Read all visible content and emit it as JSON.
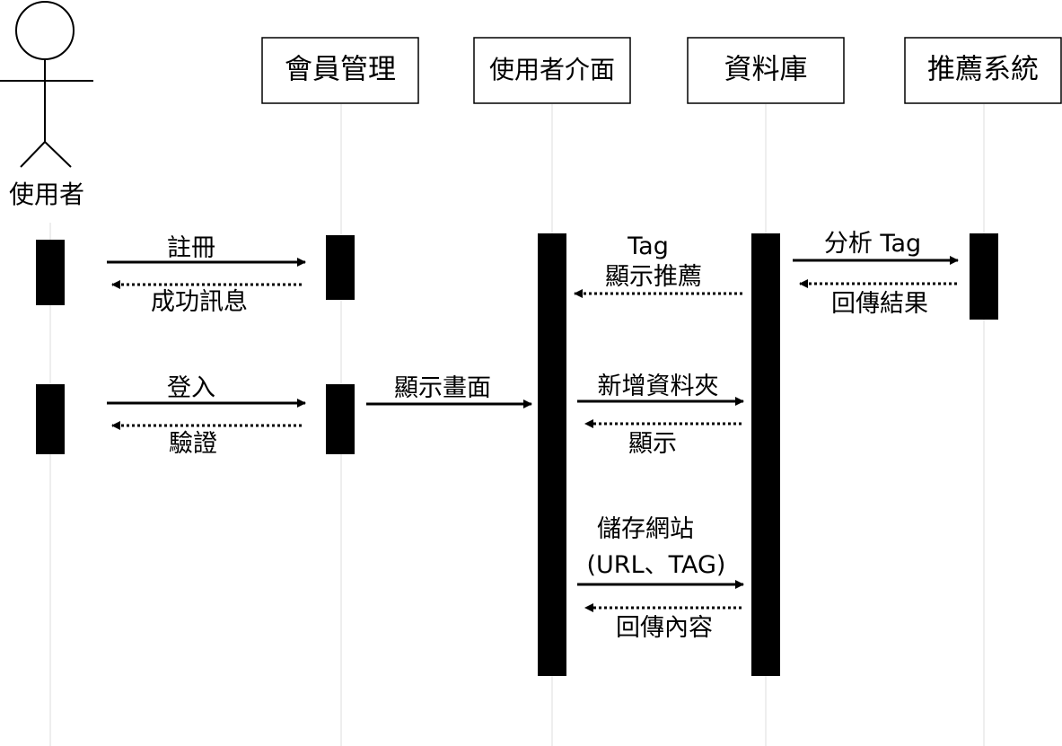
{
  "actor": {
    "label": "使用者"
  },
  "participants": [
    {
      "id": "member",
      "label": "會員管理"
    },
    {
      "id": "ui",
      "label": "使用者介面"
    },
    {
      "id": "db",
      "label": "資料庫"
    },
    {
      "id": "rec",
      "label": "推薦系統"
    }
  ],
  "messages": {
    "register": "註冊",
    "success": "成功訊息",
    "login": "登入",
    "verify": "驗證",
    "show_screen": "顯示畫面",
    "tag": "Tag",
    "show_recommend": "顯示推薦",
    "analyze_tag": "分析 Tag",
    "return_result": "回傳結果",
    "add_folder": "新增資料夾",
    "show": "顯示",
    "save_site": "儲存網站",
    "url_tag": "(URL、TAG)",
    "return_content": "回傳內容"
  },
  "colors": {
    "line": "#000000",
    "lifeline": "#dcdcdc",
    "background": "#ffffff"
  }
}
